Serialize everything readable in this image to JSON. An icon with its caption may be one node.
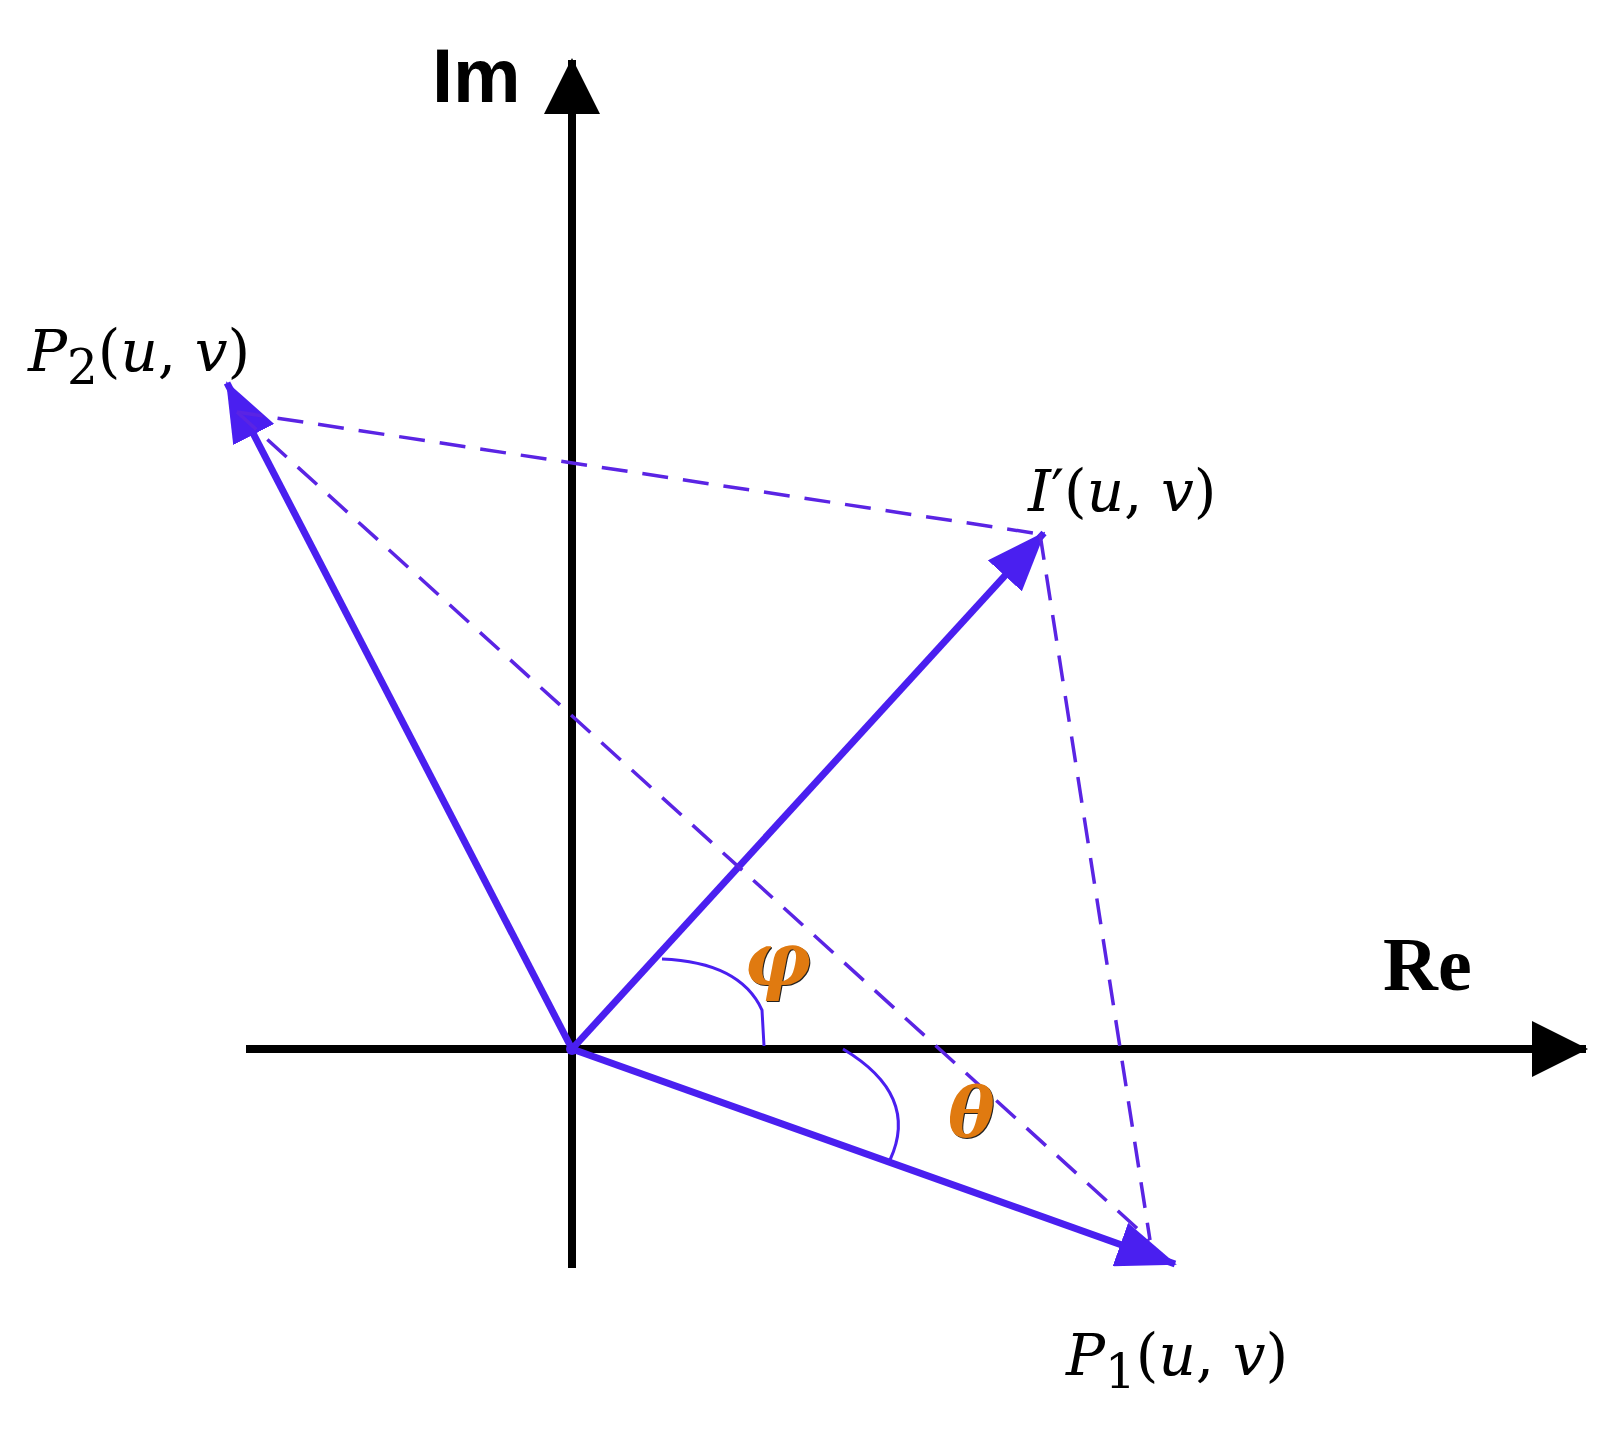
{
  "diagram": {
    "nodes": [
      {
        "text": [],
        "shape": "point"
      },
      {
        "text": [
          "*P*$_{2}$(*u*, *v*)"
        ]
      },
      {
        "text": [
          "*I*′(*u*, *v*)"
        ]
      },
      {
        "text": [
          "*P*$_{1}$(*u*, *v*)"
        ]
      }
    ],
    "edges": [
      {
        "from": 0,
        "to": 1,
        "arrow": "to",
        "style": "thick"
      },
      {
        "from": 0,
        "to": 2,
        "arrow": "to",
        "style": "thick"
      },
      {
        "from": 0,
        "to": 3,
        "arrow": "to",
        "style": "thick"
      },
      {
        "from": 1,
        "to": 2,
        "arrow": "none",
        "style": "dashed"
      },
      {
        "from": 2,
        "to": 3,
        "arrow": "none",
        "style": "dashed"
      },
      {
        "from": 1,
        "to": 3,
        "arrow": "none",
        "style": "dashed"
      }
    ],
    "labels": [
      "Im",
      "Re",
      "φ",
      "θ"
    ]
  }
}
